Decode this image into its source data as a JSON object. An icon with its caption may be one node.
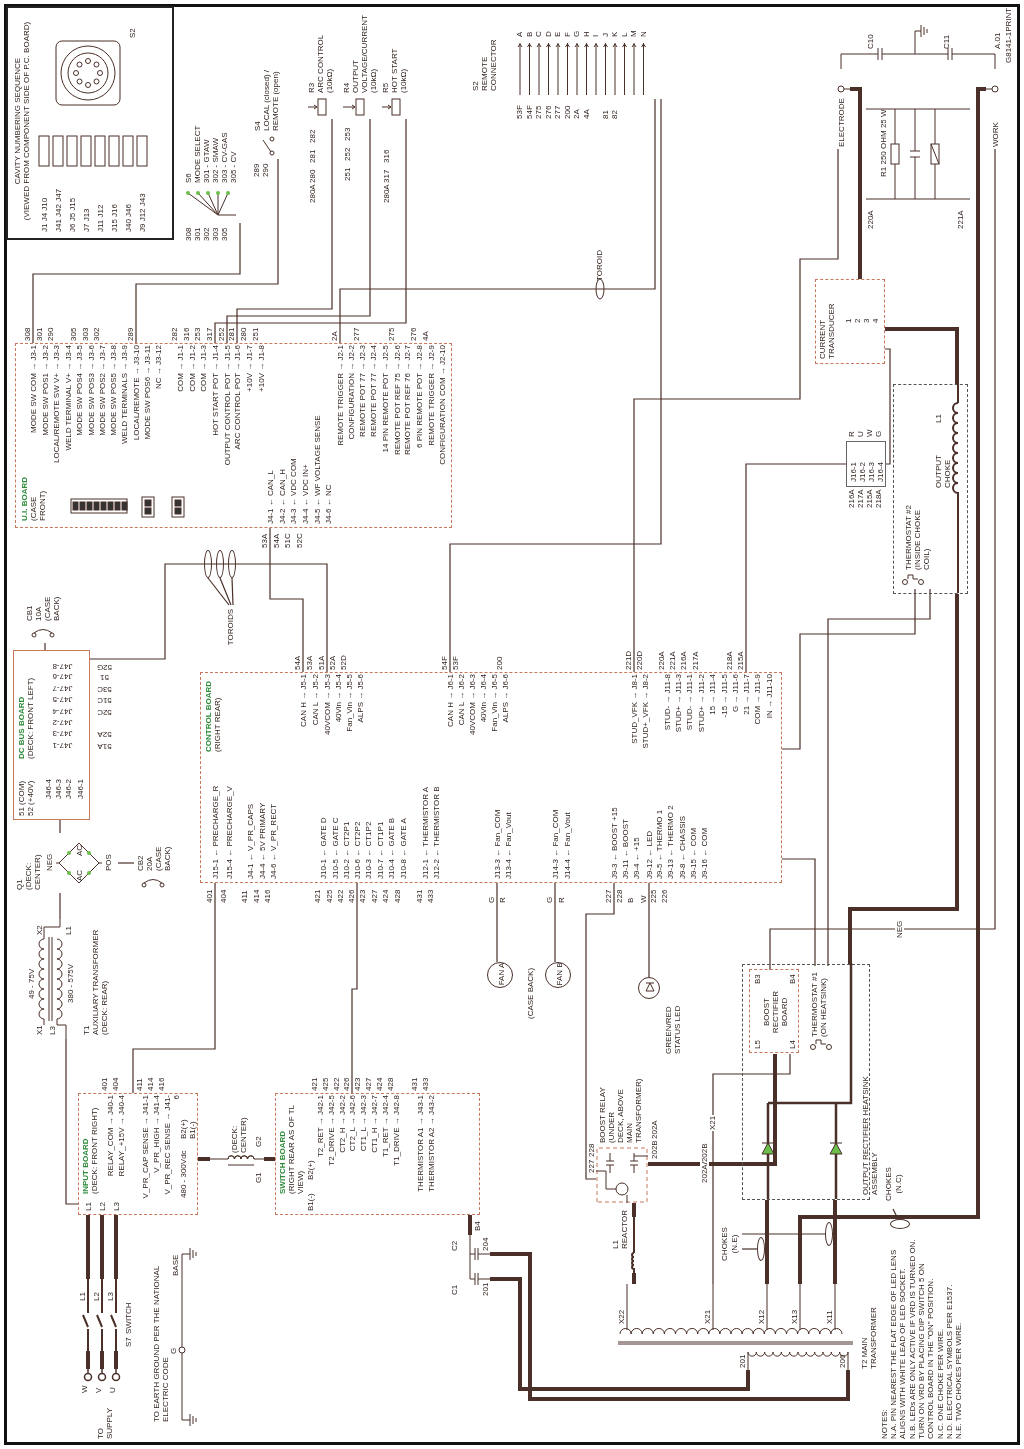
{
  "diagram": {
    "nodes": [
      {
        "text": [
          "CAVITY NUMBERING SEQUENCE",
          "(VIEWED FROM COMPONENT SIDE OF P.C. BOARD)",
          "J1 J4 J10",
          "J41 J42 J47",
          "J6 J5 J15",
          "J7 J13",
          "J11 J12",
          "J15 J16",
          "J40 J46",
          "J9 J12 J43",
          "S2"
        ]
      },
      {
        "text": [
          "S6",
          "MODE SELECT",
          "301 - GTAW",
          "302 - SMAW",
          "303 - CV-GAS",
          "305 - CV"
        ],
        "beside": [
          "308",
          "301",
          "302",
          "303",
          "305"
        ]
      },
      {
        "text": [
          "S4",
          "LOCAL (closed) / REMOTE (open)"
        ],
        "beside": [
          "289",
          "290"
        ]
      },
      {
        "text": [
          "R3",
          "ARC CONTROL",
          "(10kΩ)"
        ],
        "beside": [
          "280A",
          "280",
          "281",
          "282"
        ]
      },
      {
        "text": [
          "R4",
          "OUTPUT VOLTAGE/CURRENT",
          "(10kΩ)"
        ],
        "beside": [
          "251",
          "252",
          "253"
        ]
      },
      {
        "text": [
          "R5",
          "HOT START",
          "(10kΩ)"
        ],
        "beside": [
          "280A",
          "317",
          "316"
        ]
      },
      {
        "text": [
          "S2",
          "REMOTE",
          "CONNECTOR",
          "A",
          "B",
          "C",
          "D",
          "E",
          "F",
          "G",
          "H",
          "I",
          "J",
          "K",
          "L",
          "M",
          "N"
        ],
        "beside": [
          "53F",
          "54F",
          "275",
          "276",
          "277",
          "200",
          "2A",
          "4A",
          "81",
          "82"
        ]
      },
      {
        "text": [
          "U.I. BOARD",
          "(CASE FRONT)",
          "MODE SW COM → J3-1",
          "MODE SW POS1 → J3-2",
          "LOCAL/REMOTE SW V+ → J3-3",
          "WELD TERMINAL V+ → J3-4",
          "MODE SW POS4 → J3-5",
          "MODE SW POS3 → J3-6",
          "MODE SW POS2 → J3-7",
          "MODE SW POS5 → J3-8",
          "WELD TERMINALS → J3-9",
          "LOCAL/REMOTE → J3-10",
          "MODE SW POS6 → J3-11",
          "NC → J3-12",
          "COM → J1-1",
          "COM → J1-2",
          "COM → J1-3",
          "HOT START POT → J1-4",
          "OUTPUT CONTROL POT → J1-5",
          "ARC CONTROL POT → J1-6",
          "+10V → J1-7",
          "+10V → J1-8",
          "REMOTE TRIGGER → J2-1",
          "CONFIGURATION → J2-2",
          "REMOTE POT 77 → J2-3",
          "REMOTE POT 77 → J2-4",
          "14 PIN REMOTE POT → J2-5",
          "REMOTE POT REF 75 → J2-6",
          "REMOTE POT REF 76 → J2-7",
          "6 PIN REMOTE POT → J2-8",
          "REMOTE TRIGGER → J2-9",
          "CONFIGURATION COM → J2-10",
          "J4-1 ← CAN_L",
          "J4-2 ← CAN_H",
          "J4-3 ← VDC COM",
          "J4-4 ← VDC IN+",
          "J4-5 ← WF VOLTAGE SENSE",
          "J4-6 ← NC"
        ],
        "beside": [
          "308",
          "301",
          "290",
          "305",
          "303",
          "302",
          "289",
          "282",
          "316",
          "253",
          "317",
          "252",
          "281",
          "280",
          "251",
          "2A",
          "277",
          "275",
          "276",
          "4A",
          "53A",
          "54A",
          "51C",
          "52C"
        ]
      },
      {
        "text": [
          "DC BUS BOARD",
          "(DECK: FRONT LEFT)",
          "51 (COM)",
          "52 (+40V)",
          "J47-8",
          "J47-6",
          "J47-7",
          "J47-5",
          "J47-4",
          "J47-2",
          "J47-3",
          "J47-1",
          "J46-4",
          "J46-3",
          "J46-2",
          "J46-1"
        ],
        "beside": [
          "52G",
          "51",
          "53C",
          "51C",
          "52C",
          "52A",
          "51A"
        ]
      },
      {
        "text": [
          "Q1",
          "(DECK: CENTER)",
          "AC",
          "AC",
          "POS",
          "NEG"
        ]
      },
      {
        "text": [
          "CB1",
          "10A",
          "(CASE BACK)"
        ]
      },
      {
        "text": [
          "CB2",
          "20A",
          "(CASE BACK)"
        ]
      },
      {
        "text": [
          "T1",
          "AUXILIARY TRANSFORMER",
          "(DECK: REAR)",
          "49 - 75V",
          "X1",
          "X2",
          "380 - 575V",
          "L3",
          "L1"
        ]
      },
      {
        "text": [
          "INPUT BOARD",
          "(DECK: FRONT RIGHT)",
          "RELAY_COM → J40-1",
          "RELAY_+15V → J40-4",
          "V_PR_CAP SENSE → J41-1",
          "V_PR_HIGH → J41-4",
          "V_PR_REC SENSE → J41-6",
          "480 - 300Vdc",
          "B2(+)",
          "B1(-)",
          "L1",
          "L2",
          "L3"
        ],
        "beside": [
          "401",
          "404",
          "411",
          "414",
          "416"
        ]
      },
      {
        "text": [
          "(DECK: CENTER)",
          "G1",
          "G2"
        ]
      },
      {
        "text": [
          "SWITCH BOARD",
          "(RIGHT REAR AS OF TL VIEW)",
          "T2_RET → J42-1",
          "T2_DRIVE → J42-5",
          "CT2_H → J42-2",
          "CT2_L → J42-6",
          "CT1_L → J42-3",
          "CT1_H → J42-7",
          "T1_RET → J42-4",
          "T1_DRIVE → J42-8",
          "THERMISTOR A1 → J43-1",
          "THERMISTOR A2 → J43-2",
          "B1(-)",
          "B2(+)"
        ],
        "beside": [
          "421",
          "425",
          "422",
          "426",
          "423",
          "427",
          "424",
          "428",
          "431",
          "433"
        ]
      },
      {
        "text": [
          "CONTROL BOARD",
          "(RIGHT REAR)",
          "J15-1 ← PRECHARGE_R",
          "J15-4 ← PRECHARGE_V",
          "J4-1 ← V_PR_CAPS",
          "J4-4 ← 5V PRIMARY",
          "J4-6 ← V_PR_RECT",
          "J10-1 ← GATE D",
          "J10-5 ← GATE C",
          "J10-2 ← CT2P1",
          "J10-6 ← CT2P2",
          "J10-3 ← CT1P2",
          "J10-7 ← CT1P1",
          "J10-4 ← GATE B",
          "J10-8 ← GATE A",
          "J12-1 ← THERMISTOR A",
          "J12-2 ← THERMISTOR B",
          "J13-3 ← Fan_COM",
          "J13-4 ← Fan_Vout",
          "J14-3 ← Fan_COM",
          "J14-4 ← Fan_Vout",
          "J9-3 ← BOOST +15",
          "J9-11 ← BOOST",
          "J9-4 ← +15",
          "J9-12 ← LED",
          "J9-5 ← THERMO 1",
          "J9-13 ← THERMO 2",
          "J9-8 ← CHASSIS",
          "J9-15 ← COM",
          "J9-16 ← COM",
          "CAN H → J5-1",
          "CAN L → J5-2",
          "40VCOM → J5-3",
          "40Vin → J5-4",
          "Fan_Vin → J5-5",
          "ALPS → J5-6",
          "CAN H → J6-1",
          "CAN L → J6-2",
          "40VCOM → J6-3",
          "40Vin → J6-4",
          "Fan_Vin → J6-5",
          "ALPS → J6-6",
          "STUD_VFK → J8-1",
          "STUD+_VFK → J8-2",
          "STUD- → J11-8",
          "STUD+ → J11-3",
          "STUD- → J11-1",
          "STUD+ → J11-2",
          "15 → J11-4",
          "-15 → J11-5",
          "G → J11-6",
          "21 → J11-7",
          "COM → J11-9",
          "IN → J11-10"
        ],
        "beside": [
          "401",
          "404",
          "411",
          "414",
          "416",
          "421",
          "425",
          "422",
          "426",
          "423",
          "427",
          "424",
          "428",
          "431",
          "433",
          "G",
          "R",
          "G",
          "R",
          "227",
          "228",
          "B",
          "W",
          "225",
          "226",
          "54A",
          "53A",
          "51A",
          "52A",
          "52D",
          "54F",
          "53F",
          "200",
          "221D",
          "220D",
          "220A",
          "221A",
          "216A",
          "217A",
          "218A",
          "215A"
        ]
      },
      {
        "text": [
          "FAN A"
        ]
      },
      {
        "text": [
          "FAN B"
        ]
      },
      {
        "text": [],
        "shape": "circle",
        "beside": [
          "GREEN/RED STATUS LED"
        ]
      },
      {
        "text": [
          "BOOST RELAY",
          "(UNDER DECK, ABOVE MAIN TRANSFORMER)"
        ],
        "beside": [
          "227",
          "228",
          "202B",
          "202A"
        ]
      },
      {
        "text": [
          "L1",
          "REACTOR"
        ]
      },
      {
        "text": [
          "T2 MAIN TRANSFORMER",
          "X22",
          "X21",
          "X12",
          "X13",
          "X11",
          "201",
          "206"
        ]
      },
      {
        "text": [
          "C1",
          "C2",
          "201",
          "204"
        ],
        "beside": [
          "B4"
        ]
      },
      {
        "text": [
          "OUTPUT RECTIFIER HEATSINK ASSEMBLY"
        ]
      },
      {
        "text": [
          "BOOST RECTIFIER BOARD",
          "L5",
          "L4",
          "B3",
          "B4"
        ],
        "in": 24
      },
      {
        "text": [
          "THERMOSTAT #1",
          "(ON HEATSINK)"
        ],
        "in": 24
      },
      {
        "text": [
          "OUTPUT CHOKE",
          "L1"
        ]
      },
      {
        "text": [
          "THERMOSTAT #2",
          "(INSIDE CHOKE COIL)"
        ],
        "in": 27
      },
      {
        "text": [
          "J16-1",
          "J16-2",
          "J16-3",
          "J16-4"
        ],
        "beside": [
          "216A",
          "217A",
          "215A",
          "218A",
          "R",
          "U",
          "W",
          "G"
        ]
      },
      {
        "text": [
          "CURRENT TRANSDUCER",
          "1",
          "2",
          "3",
          "4"
        ]
      },
      {
        "text": [
          "ELECTRODE"
        ]
      },
      {
        "text": [
          "WORK"
        ]
      },
      {
        "text": [
          "TOROIDS"
        ]
      },
      {
        "text": [
          "CHOKES",
          "(N.E)"
        ]
      },
      {
        "text": [
          "CHOKES",
          "(N.C)"
        ]
      },
      {
        "text": [
          "W",
          "V",
          "U",
          "TO SUPPLY"
        ]
      },
      {
        "text": [
          "L1",
          "L2",
          "L3",
          "S7",
          "SWITCH"
        ]
      },
      {
        "text": [
          "TO EARTH GROUND PER THE NATIONAL ELECTRIC CODE",
          "G",
          "BASE"
        ]
      },
      {
        "text": [],
        "shape": "ring"
      },
      {
        "text": [],
        "shape": "ring"
      },
      {
        "text": [],
        "shape": "ring"
      },
      {
        "text": [],
        "shape": "ring"
      },
      {
        "text": [],
        "shape": "ring"
      },
      {
        "text": [],
        "shape": "ring"
      }
    ],
    "edges": [
      {
        "from": 36,
        "to": 37,
        "arrow": "none",
        "style": "thick"
      },
      {
        "from": 36,
        "to": 37,
        "arrow": "none",
        "style": "thick"
      },
      {
        "from": 36,
        "to": 37,
        "arrow": "none",
        "style": "thick"
      },
      {
        "from": 37,
        "to": 13,
        "arrow": "none",
        "style": "thick"
      },
      {
        "from": 37,
        "to": 13,
        "arrow": "none",
        "style": "thick"
      },
      {
        "from": 37,
        "to": 13,
        "arrow": "none",
        "style": "thick"
      },
      {
        "from": 12,
        "to": 13,
        "arrow": "none"
      },
      {
        "from": 12,
        "to": 9,
        "arrow": "none"
      },
      {
        "from": 9,
        "to": 8,
        "arrow": "none"
      },
      {
        "from": 10,
        "to": 8,
        "arrow": "none"
      },
      {
        "from": 8,
        "to": 16,
        "arrow": "none"
      },
      {
        "from": 7,
        "to": 16,
        "arrow": "none"
      },
      {
        "from": 33,
        "to": 39,
        "arrow": "none"
      },
      {
        "from": 33,
        "to": 40,
        "arrow": "none"
      },
      {
        "from": 33,
        "to": 41,
        "arrow": "none"
      },
      {
        "from": 1,
        "to": 7,
        "arrow": "none"
      },
      {
        "from": 2,
        "to": 7,
        "arrow": "none"
      },
      {
        "from": 3,
        "to": 7,
        "arrow": "none"
      },
      {
        "from": 4,
        "to": 7,
        "arrow": "none"
      },
      {
        "from": 5,
        "to": 7,
        "arrow": "none"
      },
      {
        "from": 6,
        "to": 7,
        "arrow": "none"
      },
      {
        "from": 6,
        "to": 16,
        "arrow": "none"
      },
      {
        "from": 17,
        "to": 16,
        "arrow": "none"
      },
      {
        "from": 18,
        "to": 16,
        "arrow": "none"
      },
      {
        "from": 19,
        "to": 16,
        "arrow": "none"
      },
      {
        "from": 20,
        "to": 16,
        "arrow": "none"
      },
      {
        "from": 26,
        "to": 16,
        "arrow": "none"
      },
      {
        "from": 28,
        "to": 16,
        "arrow": "none"
      },
      {
        "from": 26,
        "to": 28,
        "arrow": "none"
      },
      {
        "from": 29,
        "to": 16,
        "arrow": "none"
      },
      {
        "from": 30,
        "to": 29,
        "arrow": "none"
      },
      {
        "from": 31,
        "to": 16,
        "arrow": "none"
      },
      {
        "from": 22,
        "to": 24,
        "arrow": "none",
        "style": "thick"
      },
      {
        "from": 22,
        "to": 24,
        "arrow": "none",
        "style": "thick"
      },
      {
        "from": 24,
        "to": 27,
        "arrow": "none",
        "style": "thick"
      },
      {
        "from": 27,
        "to": 30,
        "arrow": "none",
        "style": "thick"
      },
      {
        "from": 30,
        "to": 31,
        "arrow": "none",
        "style": "thick"
      },
      {
        "from": 22,
        "to": 32,
        "arrow": "none",
        "style": "thick"
      },
      {
        "from": 23,
        "to": 22,
        "arrow": "none",
        "style": "thick"
      },
      {
        "from": 23,
        "to": 22,
        "arrow": "none",
        "style": "thick"
      },
      {
        "from": 15,
        "to": 23,
        "arrow": "none",
        "style": "thick"
      },
      {
        "from": 13,
        "to": 14,
        "arrow": "none",
        "style": "thick"
      },
      {
        "from": 14,
        "to": 15,
        "arrow": "none",
        "style": "thick"
      },
      {
        "from": 13,
        "to": 16,
        "arrow": "none"
      },
      {
        "from": 15,
        "to": 16,
        "arrow": "none"
      },
      {
        "from": 21,
        "to": 20,
        "arrow": "none",
        "style": "thick"
      },
      {
        "from": 22,
        "to": 21,
        "arrow": "none",
        "style": "thick"
      },
      {
        "from": 20,
        "to": 25,
        "arrow": "none",
        "style": "thick",
        "label": "202A/202B"
      },
      {
        "from": 22,
        "to": 25,
        "arrow": "none",
        "label": "X21"
      },
      {
        "from": 25,
        "to": 32,
        "arrow": "none",
        "label": "NEG"
      },
      {
        "from": 34,
        "to": 42,
        "arrow": "none"
      },
      {
        "from": 34,
        "to": 43,
        "arrow": "none"
      },
      {
        "from": 35,
        "to": 44,
        "arrow": "none"
      },
      {
        "from": 11,
        "to": 9,
        "arrow": "none"
      }
    ],
    "labels": [
      "C10",
      "C11",
      "R1 250 OHM 25 W",
      "220A",
      "221A",
      "(CASE BACK)",
      "TOROID",
      "A.01",
      "G8141-1PRINT",
      "NOTES:",
      "N.A. PIN NEAREST THE FLAT EDGE OF LED LENS ALIGNS WITH WHITE LEAD OF LED SOCKET.",
      "N.B. LEDs ARE ONLY ACTIVE IF VRD IS TURNED ON. TURN ON VRD BY PLACING DIP SWITCH 5 ON CONTROL BOARD IN THE \"ON\" POSITION.",
      "N.C. ONE CHOKE PER WIRE.",
      "N.D. ELECTRICAL SYMBOLS PER E1537.",
      "N.E. TWO CHOKES PER WIRE."
    ]
  }
}
